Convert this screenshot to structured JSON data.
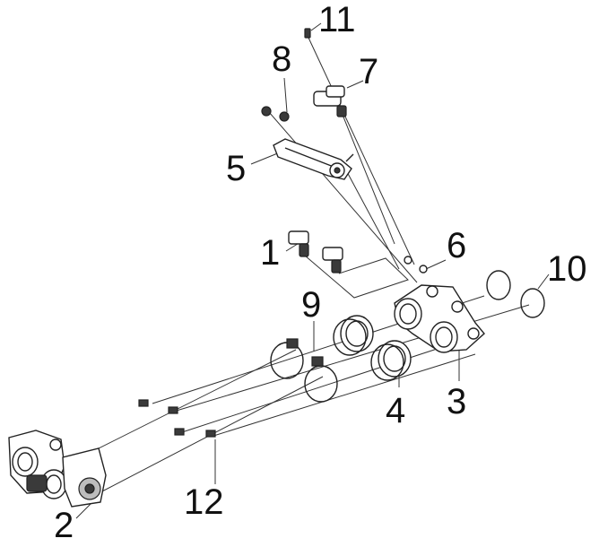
{
  "diagram": {
    "labels": [
      {
        "id": "label-1",
        "text": "1"
      },
      {
        "id": "label-2",
        "text": "2"
      },
      {
        "id": "label-3",
        "text": "3"
      },
      {
        "id": "label-4",
        "text": "4"
      },
      {
        "id": "label-5",
        "text": "5"
      },
      {
        "id": "label-6",
        "text": "6"
      },
      {
        "id": "label-7",
        "text": "7"
      },
      {
        "id": "label-8",
        "text": "8"
      },
      {
        "id": "label-9",
        "text": "9"
      },
      {
        "id": "label-10",
        "text": "10"
      },
      {
        "id": "label-11",
        "text": "11"
      },
      {
        "id": "label-12",
        "text": "12"
      }
    ]
  }
}
